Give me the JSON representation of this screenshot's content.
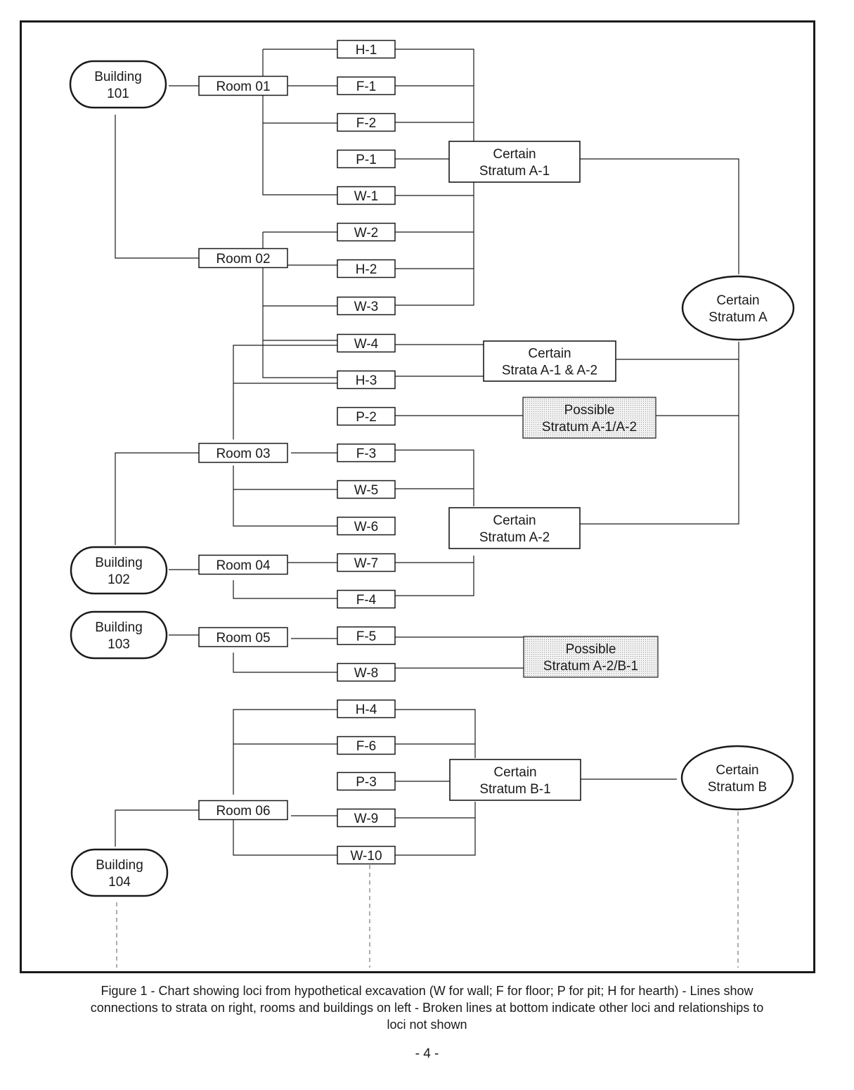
{
  "buildings": [
    {
      "id": "b101",
      "lines": [
        "Building",
        "101"
      ]
    },
    {
      "id": "b102",
      "lines": [
        "Building",
        "102"
      ]
    },
    {
      "id": "b103",
      "lines": [
        "Building",
        "103"
      ]
    },
    {
      "id": "b104",
      "lines": [
        "Building",
        "104"
      ]
    }
  ],
  "rooms": [
    {
      "id": "r01",
      "label": "Room 01"
    },
    {
      "id": "r02",
      "label": "Room 02"
    },
    {
      "id": "r03",
      "label": "Room 03"
    },
    {
      "id": "r04",
      "label": "Room 04"
    },
    {
      "id": "r05",
      "label": "Room 05"
    },
    {
      "id": "r06",
      "label": "Room 06"
    }
  ],
  "loci": [
    {
      "id": "H-1",
      "label": "H-1"
    },
    {
      "id": "F-1",
      "label": "F-1"
    },
    {
      "id": "F-2",
      "label": "F-2"
    },
    {
      "id": "P-1",
      "label": "P-1"
    },
    {
      "id": "W-1",
      "label": "W-1"
    },
    {
      "id": "W-2",
      "label": "W-2"
    },
    {
      "id": "H-2",
      "label": "H-2"
    },
    {
      "id": "W-3",
      "label": "W-3"
    },
    {
      "id": "W-4",
      "label": "W-4"
    },
    {
      "id": "H-3",
      "label": "H-3"
    },
    {
      "id": "P-2",
      "label": "P-2"
    },
    {
      "id": "F-3",
      "label": "F-3"
    },
    {
      "id": "W-5",
      "label": "W-5"
    },
    {
      "id": "W-6",
      "label": "W-6"
    },
    {
      "id": "W-7",
      "label": "W-7"
    },
    {
      "id": "F-4",
      "label": "F-4"
    },
    {
      "id": "F-5",
      "label": "F-5"
    },
    {
      "id": "W-8",
      "label": "W-8"
    },
    {
      "id": "H-4",
      "label": "H-4"
    },
    {
      "id": "F-6",
      "label": "F-6"
    },
    {
      "id": "P-3",
      "label": "P-3"
    },
    {
      "id": "W-9",
      "label": "W-9"
    },
    {
      "id": "W-10",
      "label": "W-10"
    }
  ],
  "strata_boxes": [
    {
      "id": "sA1",
      "lines": [
        "Certain",
        "Stratum A-1"
      ],
      "possible": false
    },
    {
      "id": "sA12",
      "lines": [
        "Certain",
        "Strata A-1 & A-2"
      ],
      "possible": false
    },
    {
      "id": "pA1A2",
      "lines": [
        "Possible",
        "Stratum A-1/A-2"
      ],
      "possible": true
    },
    {
      "id": "sA2",
      "lines": [
        "Certain",
        "Stratum A-2"
      ],
      "possible": false
    },
    {
      "id": "pA2B1",
      "lines": [
        "Possible",
        "Stratum A-2/B-1"
      ],
      "possible": true
    },
    {
      "id": "sB1",
      "lines": [
        "Certain",
        "Stratum B-1"
      ],
      "possible": false
    }
  ],
  "strata_groups": [
    {
      "id": "gA",
      "lines": [
        "Certain",
        "Stratum A"
      ]
    },
    {
      "id": "gB",
      "lines": [
        "Certain",
        "Stratum B"
      ]
    }
  ],
  "caption": {
    "lines": [
      "Figure 1 - Chart showing loci from hypothetical excavation (W for wall; F for floor; P for pit; H for hearth) - Lines show",
      "connections to strata on right, rooms and buildings on left - Broken lines at bottom indicate other loci and relationships to",
      "loci not shown"
    ]
  },
  "page_number": "- 4 -",
  "colors": {
    "ink": "#1a1a1a",
    "possible_fill": "#e6e6e6"
  }
}
